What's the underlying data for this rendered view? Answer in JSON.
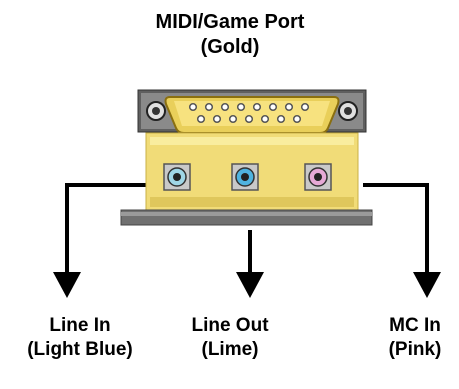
{
  "title": {
    "line1": "MIDI/Game Port",
    "line2": "(Gold)"
  },
  "ports": [
    {
      "line1": "Line In",
      "line2": "(Light Blue)",
      "color": "#9fd6e6"
    },
    {
      "line1": "Line Out",
      "line2": "(Lime)",
      "color": "#4fb3e0"
    },
    {
      "line1": "MC In",
      "line2": "(Pink)",
      "color": "#e6a9d6"
    }
  ],
  "colors": {
    "gold": "#f2dd7a",
    "gold_dark": "#d8c15a",
    "bracket": "#6d6d6d",
    "bracket_light": "#bdbdbd",
    "lines": "#000000"
  }
}
